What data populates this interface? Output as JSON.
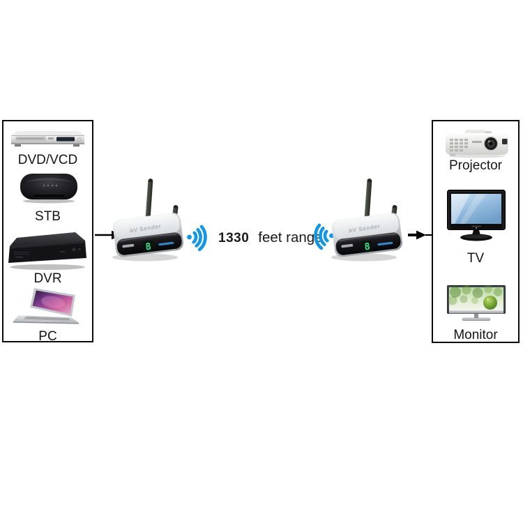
{
  "diagram": {
    "title_hint": "wireless AV sender transmitter and receiver range diagram",
    "source_box": {
      "items": [
        {
          "label": "DVD/VCD",
          "icon": "dvd-player-icon"
        },
        {
          "label": "STB",
          "icon": "set-top-box-icon"
        },
        {
          "label": "DVR",
          "icon": "dvr-icon"
        },
        {
          "label": "PC",
          "icon": "laptop-icon"
        }
      ]
    },
    "display_box": {
      "items": [
        {
          "label": "Projector",
          "icon": "projector-icon"
        },
        {
          "label": "TV",
          "icon": "tv-icon"
        },
        {
          "label": "Monitor",
          "icon": "monitor-icon"
        }
      ]
    },
    "transmitter": {
      "top_label": "AV Sender",
      "display_value": "8"
    },
    "receiver": {
      "top_label": "AV Sender",
      "display_value": "8"
    },
    "range": {
      "value": "1330",
      "unit": "feet range"
    },
    "colors": {
      "wifi_blue": "#1497e3",
      "display_green": "#3fe294",
      "arrow_black": "#000000",
      "box_border": "#0a0a0a",
      "device_silver": "#cfd3d5"
    }
  }
}
